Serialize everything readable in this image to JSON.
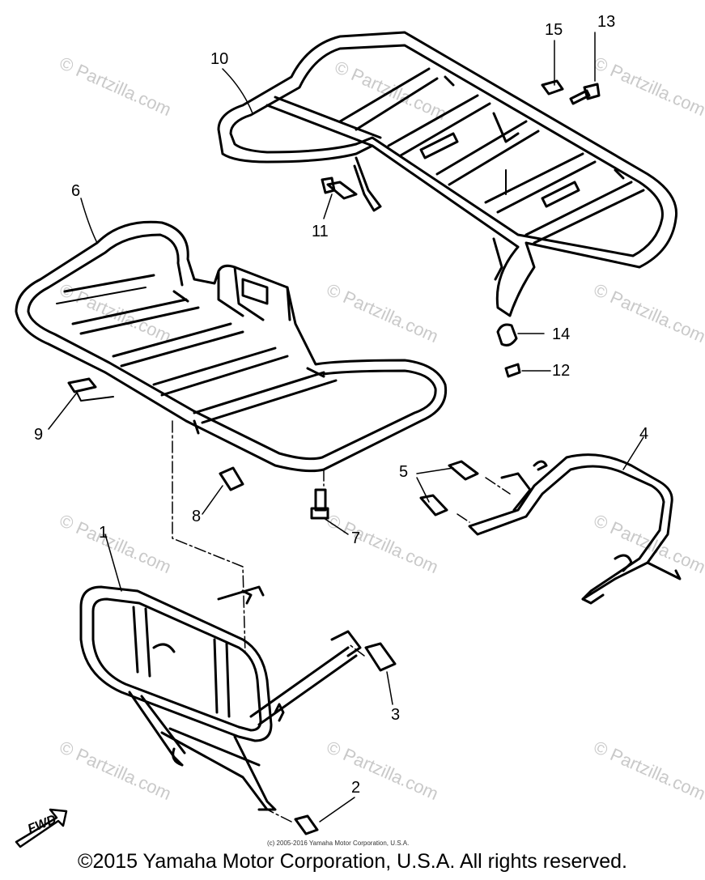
{
  "watermark": "© Partzilla.com",
  "fwd_label": "FWD",
  "small_copyright": "(c) 2005-2016 Yamaha Motor Corporation, U.S.A.",
  "copyright": "©2015 Yamaha Motor Corporation, U.S.A. All rights reserved.",
  "callouts": [
    "1",
    "2",
    "3",
    "4",
    "5",
    "6",
    "7",
    "8",
    "9",
    "10",
    "11",
    "12",
    "13",
    "14",
    "15"
  ]
}
